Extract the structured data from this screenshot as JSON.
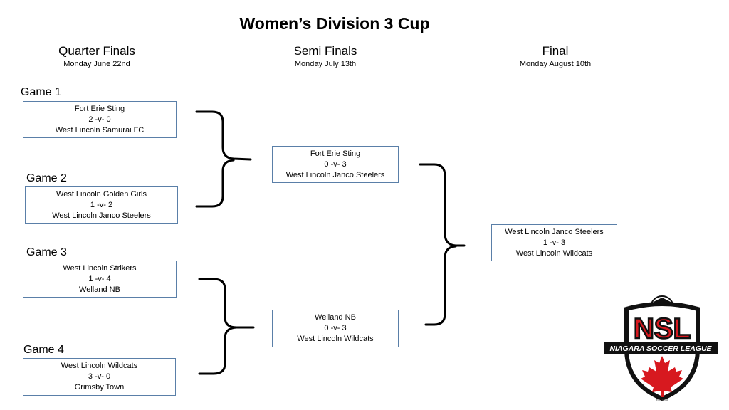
{
  "title": "Women’s Division 3 Cup",
  "rounds": {
    "quarter": {
      "name": "Quarter Finals",
      "date": "Monday June 22nd"
    },
    "semi": {
      "name": "Semi Finals",
      "date": "Monday July 13th"
    },
    "final": {
      "name": "Final",
      "date": "Monday August 10th"
    }
  },
  "games": [
    {
      "label": "Game 1",
      "team1": "Fort Erie Sting",
      "score": "2 -v- 0",
      "team2": "West Lincoln Samurai FC"
    },
    {
      "label": "Game 2",
      "team1": "West Lincoln Golden Girls",
      "score": "1 -v- 2",
      "team2": "West Lincoln Janco Steelers"
    },
    {
      "label": "Game 3",
      "team1": "West Lincoln Strikers",
      "score": "1 -v- 4",
      "team2": "Welland NB"
    },
    {
      "label": "Game 4",
      "team1": "West Lincoln Wildcats",
      "score": "3 -v-  0",
      "team2": "Grimsby Town"
    }
  ],
  "semis": [
    {
      "team1": "Fort Erie Sting",
      "score": "0 -v- 3",
      "team2": "West Lincoln Janco Steelers"
    },
    {
      "team1": "Welland NB",
      "score": "0 -v- 3",
      "team2": "West Lincoln Wildcats"
    }
  ],
  "final": {
    "team1": "West Lincoln Janco Steelers",
    "score": "1 -v-  3",
    "team2": "West Lincoln Wildcats"
  },
  "logo": {
    "abbr": "NSL",
    "name": "NIAGARA SOCCER LEAGUE",
    "est": "est. 1978",
    "icon": "maple-leaf-icon",
    "colors": {
      "red": "#d7191f",
      "black": "#111111"
    }
  }
}
